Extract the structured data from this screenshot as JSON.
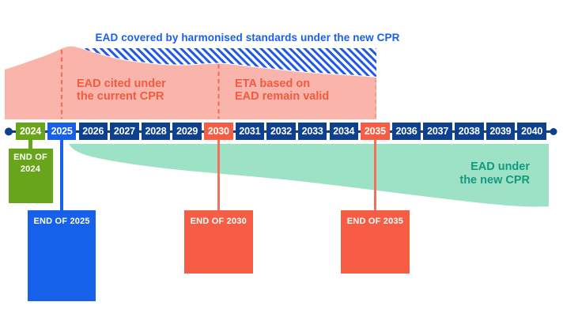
{
  "title": "EAD covered by harmonised standards under the new CPR",
  "annotations": {
    "cited_current_cpr": "EAD cited under\nthe current CPR",
    "eta_remain_valid": "ETA based on\nEAD remain valid",
    "ead_new_cpr": "EAD under\nthe new CPR"
  },
  "timeline": {
    "years": [
      {
        "label": "2024",
        "type": "green"
      },
      {
        "label": "2025",
        "type": "blue"
      },
      {
        "label": "2026",
        "type": "navy"
      },
      {
        "label": "2027",
        "type": "navy"
      },
      {
        "label": "2028",
        "type": "navy"
      },
      {
        "label": "2029",
        "type": "navy"
      },
      {
        "label": "2030",
        "type": "orange"
      },
      {
        "label": "2031",
        "type": "navy"
      },
      {
        "label": "2032",
        "type": "navy"
      },
      {
        "label": "2033",
        "type": "navy"
      },
      {
        "label": "2034",
        "type": "navy"
      },
      {
        "label": "2035",
        "type": "orange"
      },
      {
        "label": "2036",
        "type": "navy"
      },
      {
        "label": "2037",
        "type": "navy"
      },
      {
        "label": "2038",
        "type": "navy"
      },
      {
        "label": "2039",
        "type": "navy"
      },
      {
        "label": "2040",
        "type": "navy"
      }
    ]
  },
  "events": [
    {
      "label": "END OF\n2024",
      "year": "2024",
      "color": "green"
    },
    {
      "label": "END OF 2025",
      "year": "2025",
      "color": "blue"
    },
    {
      "label": "END OF 2030",
      "year": "2030",
      "color": "orange"
    },
    {
      "label": "END OF 2035",
      "year": "2035",
      "color": "orange"
    }
  ],
  "colors": {
    "green": "#69a51a",
    "bright_blue": "#1660ea",
    "navy": "#0d4190",
    "orange": "#f75c44",
    "orange_line": "#f4705a",
    "pink_region": "#f9b4ab",
    "teal_region": "#9de2c7",
    "teal_text": "#14997f",
    "orange_text": "#f25b40",
    "title_blue": "#1a5eec",
    "hatch_blue": "#2058e8"
  }
}
